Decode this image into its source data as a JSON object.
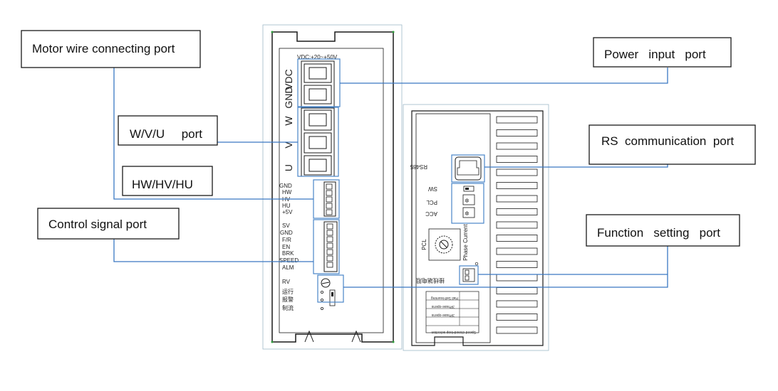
{
  "callouts": {
    "motor_wire": "Motor wire connecting port",
    "wvu": "W/V/U     port",
    "hall": "HW/HV/HU",
    "control": "Control signal port",
    "power": "Power   input   port",
    "rs": "RS  communication  port",
    "function": "Function   setting   port"
  },
  "front_panel": {
    "vdc_range": "VDC:+20~+50V",
    "terminals": [
      "VDC",
      "GND",
      "W",
      "V",
      "U"
    ],
    "hall_pins": [
      "GND",
      "HW",
      "HV",
      "HU",
      "+5V"
    ],
    "signal_pins": [
      "SV",
      "GND",
      "F/R",
      "EN",
      "BRK",
      "SPEED",
      "ALM"
    ],
    "rv_label": "RV",
    "leds": [
      "运行",
      "报警",
      "制流"
    ]
  },
  "side_panel": {
    "rs485": "RS485",
    "sw": "SW",
    "pcl": "PCL",
    "acc": "ACC",
    "pcl_knob": "PCL",
    "phase_current": "Phase Current",
    "mirrored_cn": "接线端电阻",
    "table_rows": [
      "Hall Self-learning",
      "3Phase-opens",
      "3Phase-opens",
      "Speed closed-loop selection"
    ]
  },
  "colors": {
    "leader_line": "#3a78c2",
    "highlight_box": "#4a86c8",
    "drawing": "#1a1a1a"
  }
}
